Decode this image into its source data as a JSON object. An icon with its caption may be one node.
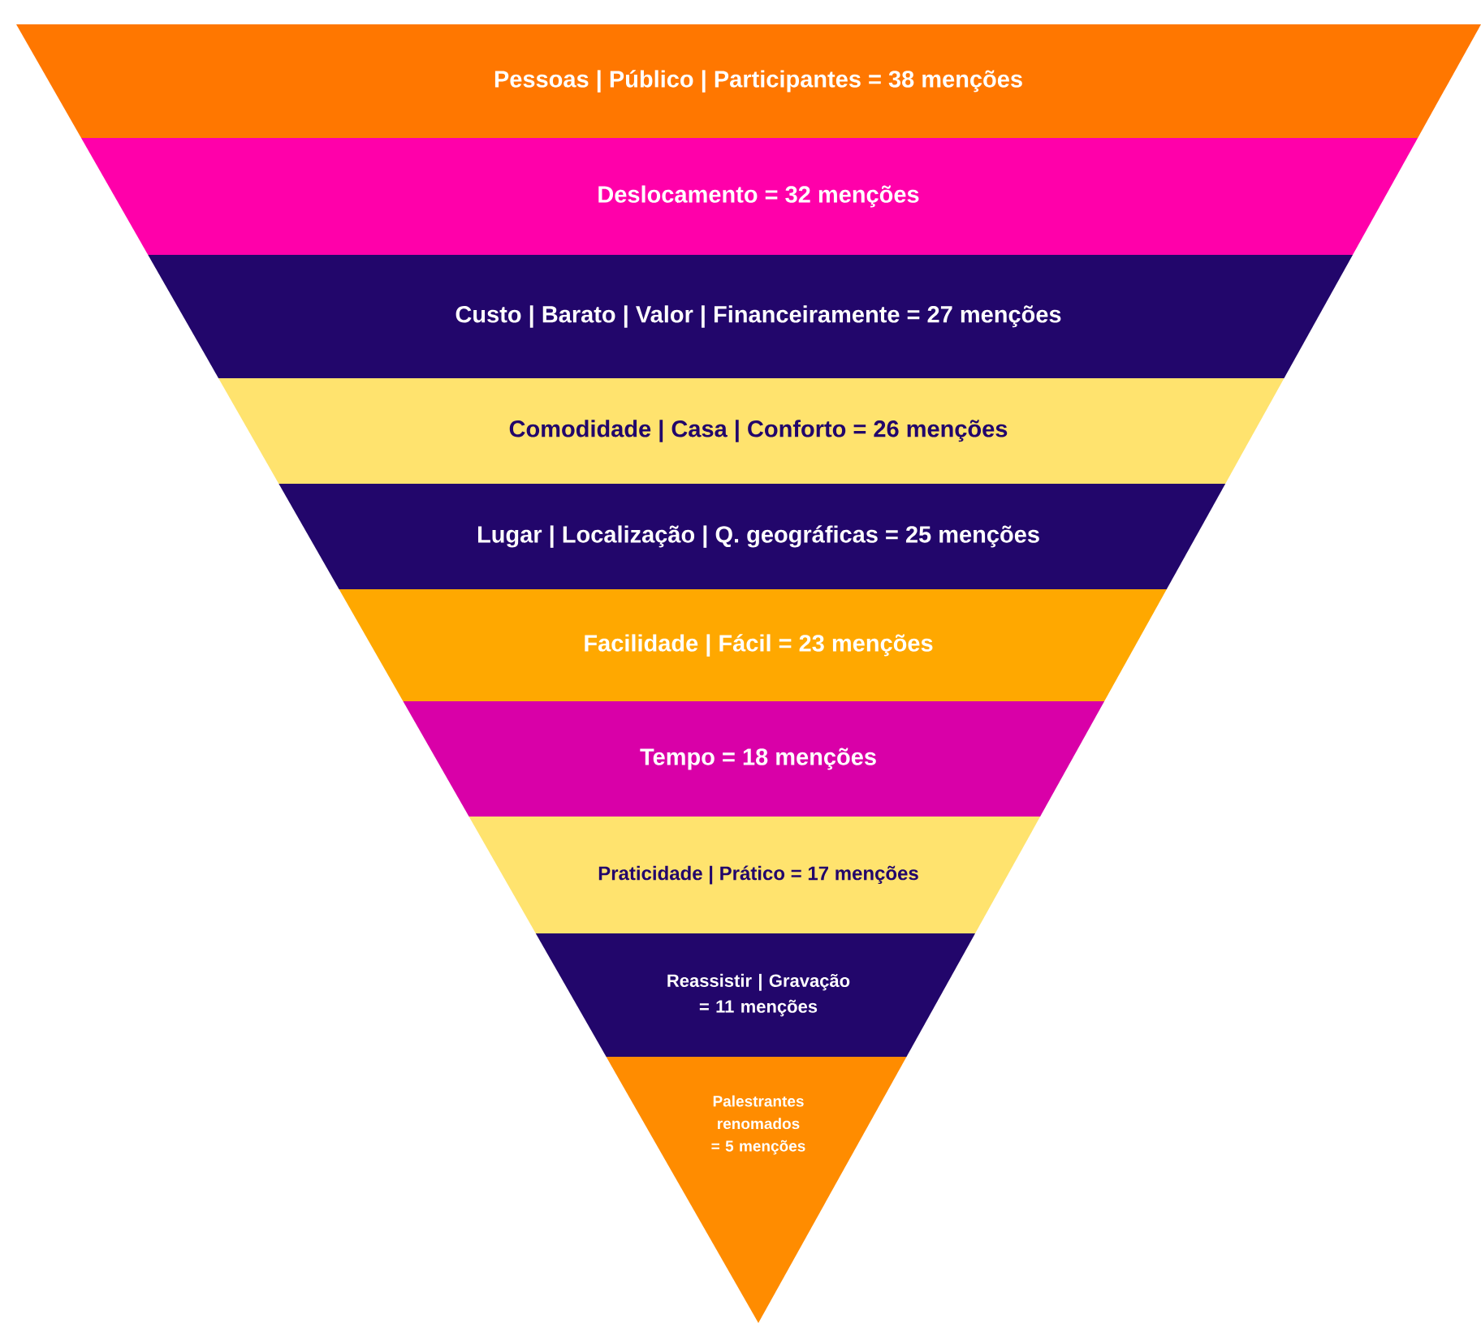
{
  "diagram": {
    "nodes": [
      {
        "text": [
          "Pessoas | Público | Participantes = 38 menções"
        ]
      },
      {
        "text": [
          "Deslocamento = 32 menções"
        ]
      },
      {
        "text": [
          "Custo | Barato | Valor | Financeiramente = 27 menções"
        ]
      },
      {
        "text": [
          "Comodidade | Casa | Conforto = 26 menções"
        ]
      },
      {
        "text": [
          "Lugar | Localização | Q. geográficas = 25 menções"
        ]
      },
      {
        "text": [
          "Facilidade | Fácil = 23 menções"
        ]
      },
      {
        "text": [
          "Tempo = 18 menções"
        ]
      },
      {
        "text": [
          "Praticidade | Prático = 17 menções"
        ]
      },
      {
        "text": [
          "Reassistir | Gravação = 11 menções"
        ]
      },
      {
        "text": [
          "Palestrantes renomados = 5 menções"
        ]
      }
    ]
  }
}
